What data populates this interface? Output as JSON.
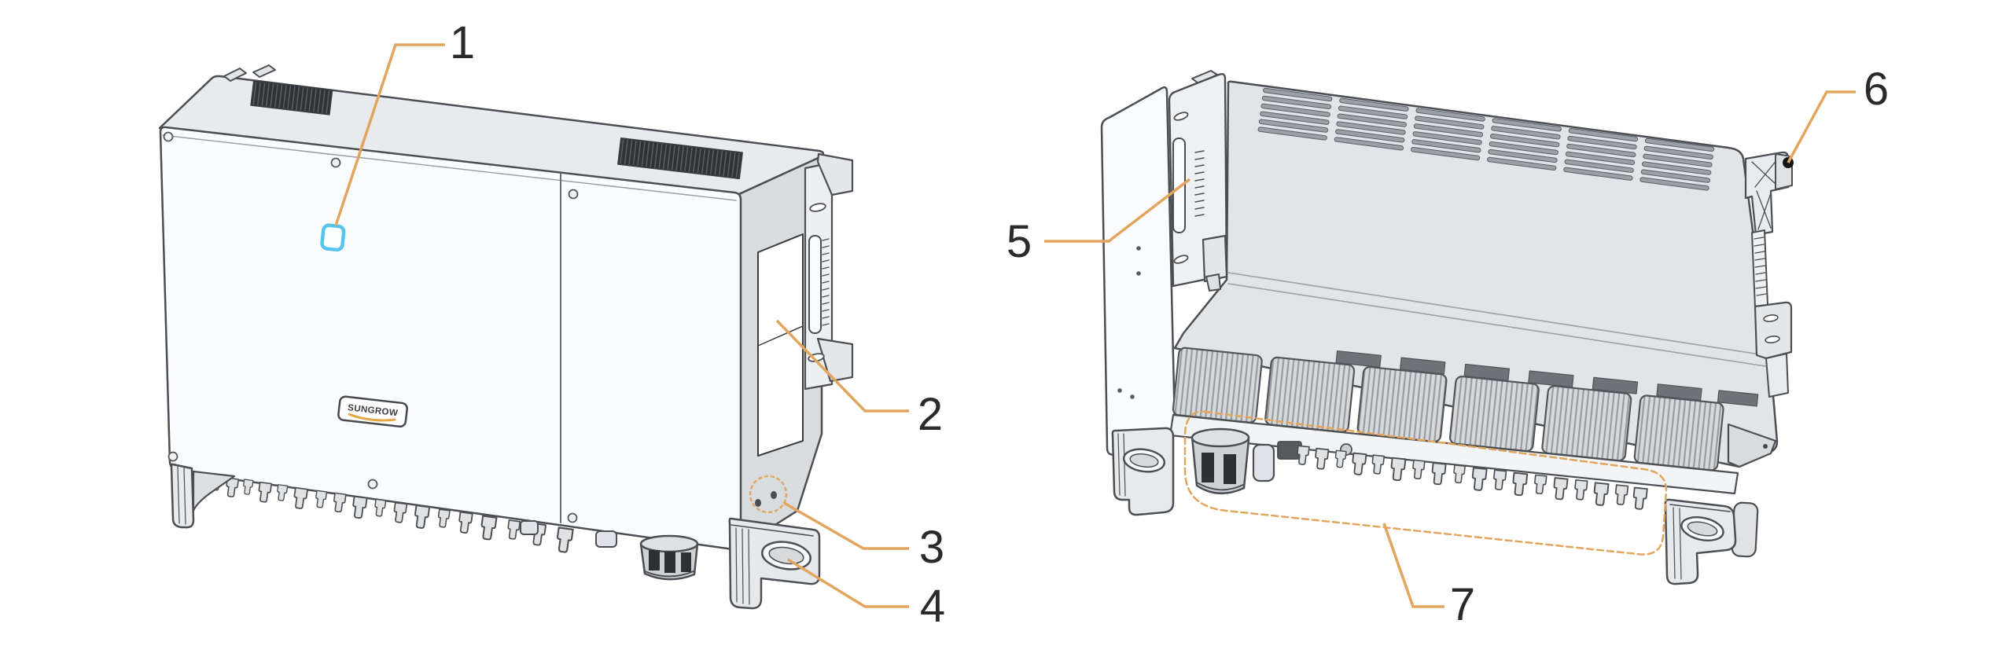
{
  "brand": {
    "logo_text": "SUNGROW"
  },
  "colors": {
    "leader_line": "#E2A55E",
    "led_indicator": "#57C5EC",
    "logo_swoosh": "#E8A546",
    "callout_number": "#2A2A2A",
    "line_art": "#4B4E52"
  },
  "callouts": [
    {
      "label": "1",
      "target": "led-indicator"
    },
    {
      "label": "2",
      "target": "side-label"
    },
    {
      "label": "3",
      "target": "vent-valve"
    },
    {
      "label": "4",
      "target": "handle-foot"
    },
    {
      "label": "5",
      "target": "rear-mounting-bracket-left"
    },
    {
      "label": "6",
      "target": "rear-mounting-bracket-right-top"
    },
    {
      "label": "7",
      "target": "bottom-wiring-area"
    }
  ],
  "views": [
    {
      "name": "front-left-view"
    },
    {
      "name": "rear-view"
    }
  ]
}
